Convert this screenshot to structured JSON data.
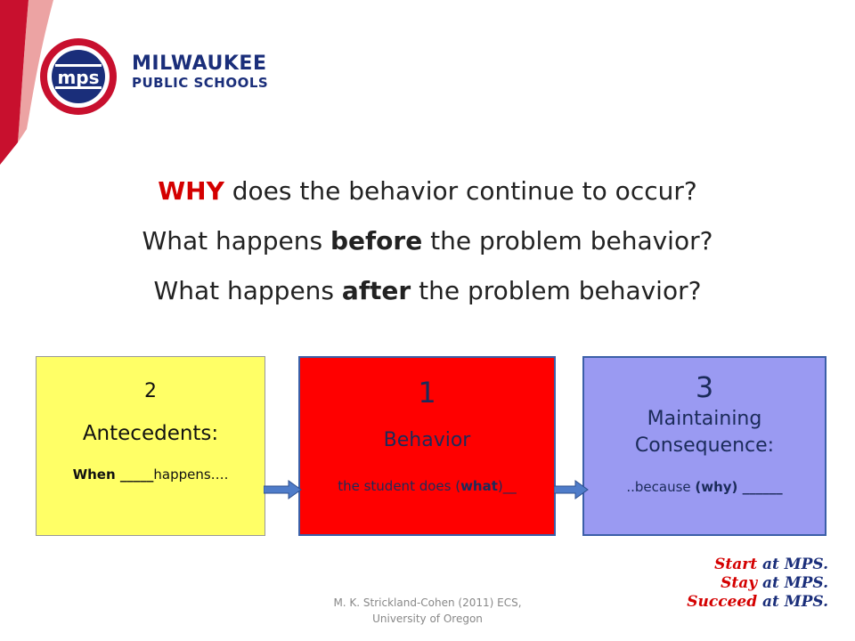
{
  "brand": {
    "name_line1": "MILWAUKEE",
    "name_line2": "PUBLIC SCHOOLS",
    "logo_letters": "mps",
    "red": "#d40000",
    "navy": "#1a2e7a"
  },
  "questions": {
    "q1_highlight": "WHY",
    "q1_rest": " does the behavior continue to occur?",
    "q2_pre": "What happens ",
    "q2_bold": "before",
    "q2_post": " the problem behavior?",
    "q3_pre": "What happens ",
    "q3_bold": "after",
    "q3_post": " the problem behavior?"
  },
  "boxes": {
    "antecedent": {
      "number": "2",
      "title": "Antecedents:",
      "detail_bold": "When _____",
      "detail_rest": "happens….",
      "color": "#ffff66"
    },
    "behavior": {
      "number": "1",
      "title": "Behavior",
      "detail_pre": "the student does (",
      "detail_bold": "what",
      "detail_post": ")__",
      "color": "#ff0000"
    },
    "consequence": {
      "number": "3",
      "title_line1": "Maintaining",
      "title_line2": "Consequence:",
      "detail_pre": "..because ",
      "detail_bold": "(why) ______",
      "color": "#9a9af2"
    }
  },
  "footer": {
    "line1": "M. K. Strickland-Cohen (2011) ECS,",
    "line2": "University of Oregon"
  },
  "slogan": {
    "line1_a": "Start",
    "line1_b": " at MPS.",
    "line2_a": "Stay",
    "line2_b": " at MPS.",
    "line3_a": "Succeed",
    "line3_b": " at MPS."
  }
}
